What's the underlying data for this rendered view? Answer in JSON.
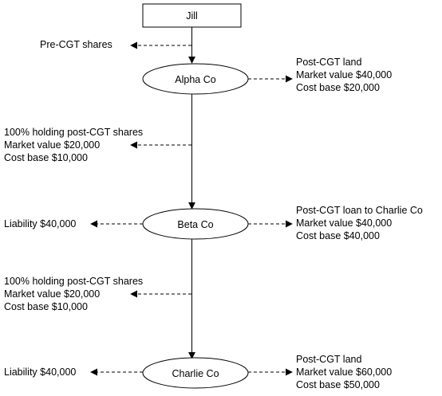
{
  "nodes": {
    "jill": "Jill",
    "alpha": "Alpha Co",
    "beta": "Beta Co",
    "charlie": "Charlie Co"
  },
  "notes": {
    "pre_cgt": "Pre-CGT shares",
    "alpha_asset": [
      "Post-CGT land",
      "Market value $40,000",
      "Cost base $20,000"
    ],
    "alpha_beta_holding": [
      "100% holding post-CGT shares",
      "Market value $20,000",
      "Cost base $10,000"
    ],
    "beta_liability": "Liability $40,000",
    "beta_asset": [
      "Post-CGT loan to Charlie Co",
      "Market value $40,000",
      "Cost base $40,000"
    ],
    "beta_charlie_holding": [
      "100% holding post-CGT shares",
      "Market value $20,000",
      "Cost base $10,000"
    ],
    "charlie_liability": "Liability $40,000",
    "charlie_asset": [
      "Post-CGT land",
      "Market value $60,000",
      "Cost base $50,000"
    ]
  }
}
